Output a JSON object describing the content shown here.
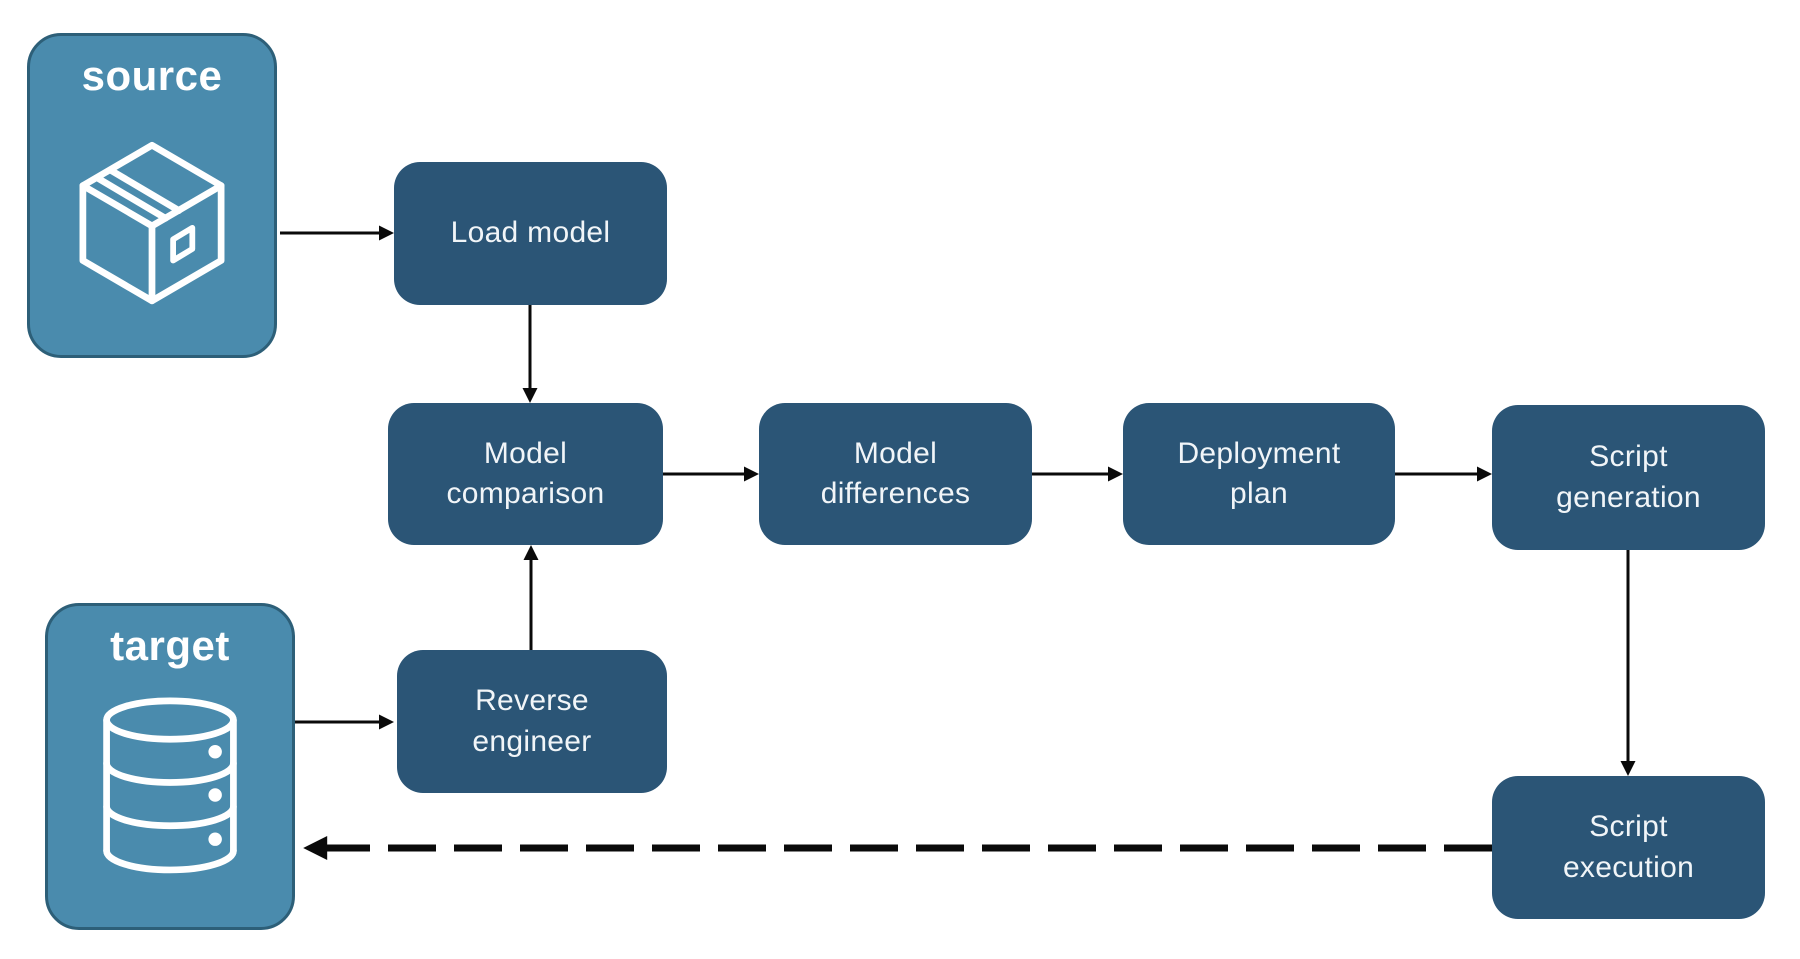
{
  "diagram": {
    "source": {
      "label": "source",
      "icon": "package-icon"
    },
    "target": {
      "label": "target",
      "icon": "database-icon"
    },
    "nodes": {
      "load_model": {
        "label": "Load model"
      },
      "model_comparison": {
        "label": "Model\ncomparison"
      },
      "model_differences": {
        "label": "Model\ndifferences"
      },
      "deployment_plan": {
        "label": "Deployment\nplan"
      },
      "script_generation": {
        "label": "Script\ngeneration"
      },
      "reverse_engineer": {
        "label": "Reverse\nengineer"
      },
      "script_execution": {
        "label": "Script\nexecution"
      }
    },
    "edges": [
      {
        "from": "source",
        "to": "load_model",
        "style": "solid"
      },
      {
        "from": "load_model",
        "to": "model_comparison",
        "style": "solid"
      },
      {
        "from": "model_comparison",
        "to": "model_differences",
        "style": "solid"
      },
      {
        "from": "model_differences",
        "to": "deployment_plan",
        "style": "solid"
      },
      {
        "from": "deployment_plan",
        "to": "script_generation",
        "style": "solid"
      },
      {
        "from": "script_generation",
        "to": "script_execution",
        "style": "solid"
      },
      {
        "from": "target",
        "to": "reverse_engineer",
        "style": "solid"
      },
      {
        "from": "reverse_engineer",
        "to": "model_comparison",
        "style": "solid"
      },
      {
        "from": "script_execution",
        "to": "target",
        "style": "dashed"
      }
    ],
    "colors": {
      "node_fill": "#2B5576",
      "endpoint_fill": "#4A8BAD",
      "endpoint_border": "#2D5F78",
      "text": "#F1F5F8",
      "arrow": "#0A0A0A",
      "background": "#FFFFFF"
    }
  }
}
